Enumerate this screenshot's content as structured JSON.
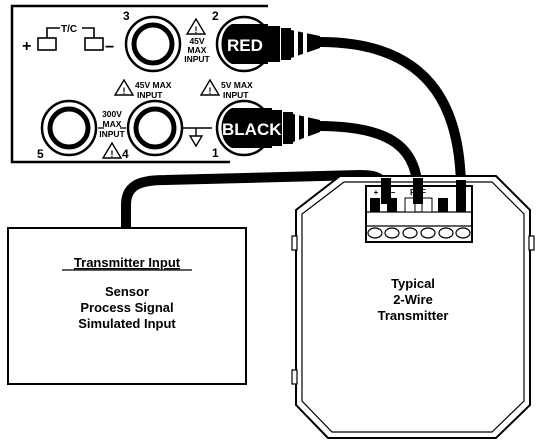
{
  "meter_panel": {
    "tc_label": "T/C",
    "tc_plus": "+",
    "tc_minus": "−",
    "jack_numbers": {
      "j1": "1",
      "j2": "2",
      "j3": "3",
      "j4": "4",
      "j5": "5"
    },
    "warn_45v_top": {
      "line1": "45V",
      "line2": "MAX",
      "line3": "INPUT"
    },
    "warn_45v_mid": {
      "line1": "45V MAX",
      "line2": "INPUT"
    },
    "warn_5v": {
      "line1": "5V MAX",
      "line2": "INPUT"
    },
    "warn_300v": {
      "line1": "300V",
      "line2": "MAX",
      "line3": "INPUT"
    }
  },
  "plugs": {
    "red_label": "RED",
    "black_label": "BLACK"
  },
  "transmitter_input_box": {
    "title": "Transmitter Input",
    "line1": "Sensor",
    "line2": "Process Signal",
    "line3": "Simulated Input"
  },
  "transmitter": {
    "terminal_plus": "+",
    "terminal_minus": "−",
    "terminal_ref": "REF",
    "line1": "Typical",
    "line2": "2-Wire",
    "line3": "Transmitter"
  },
  "colors": {
    "ink": "#000000",
    "paper": "#ffffff"
  }
}
